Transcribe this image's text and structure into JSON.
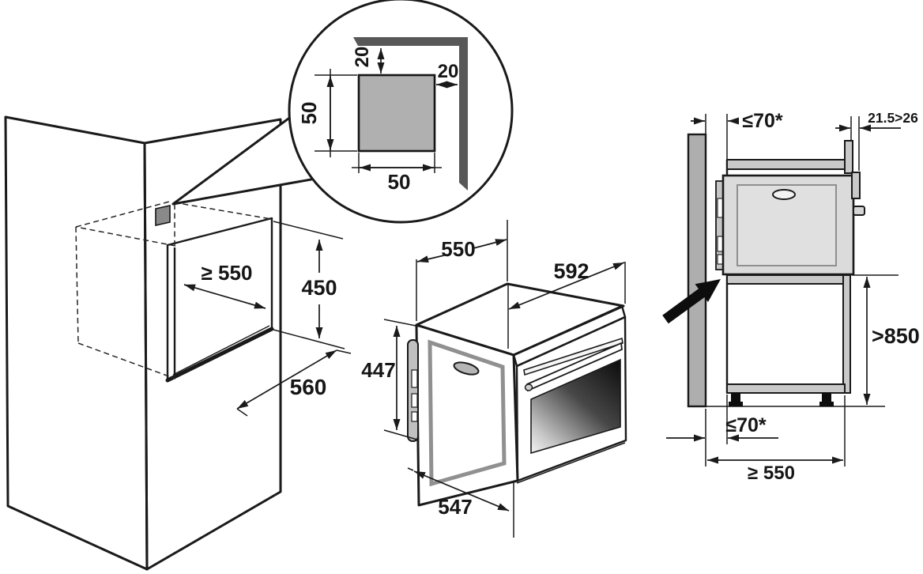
{
  "diagram": {
    "callout": {
      "gap_top": "20",
      "gap_side": "20",
      "hole_height": "50",
      "hole_width": "50"
    },
    "niche": {
      "depth": "≥ 550",
      "height": "450",
      "width": "560"
    },
    "oven": {
      "depth_top": "550",
      "width": "592",
      "height": "447",
      "depth_bottom": "547"
    },
    "side": {
      "wall_gap_top": "≤70*",
      "front_reveal": "21.5>26",
      "worktop_height": ">850",
      "wall_gap_bottom": "≤70*",
      "min_depth": "≥ 550"
    }
  },
  "colors": {
    "line": "#1a1a1a",
    "cabinet_left_face": "#d4d4d4",
    "cabinet_right_face": "#dadada",
    "wall_panel": "#aeaeae",
    "callout_hole_fill": "#b0b0b0",
    "corner_profile": "#585858",
    "cutout_square": "#8a8a8a",
    "oven_side_face": "#d2d2d2",
    "oven_top_face": "#e2e2e2",
    "shelf_panel": "#c9c9c9"
  }
}
